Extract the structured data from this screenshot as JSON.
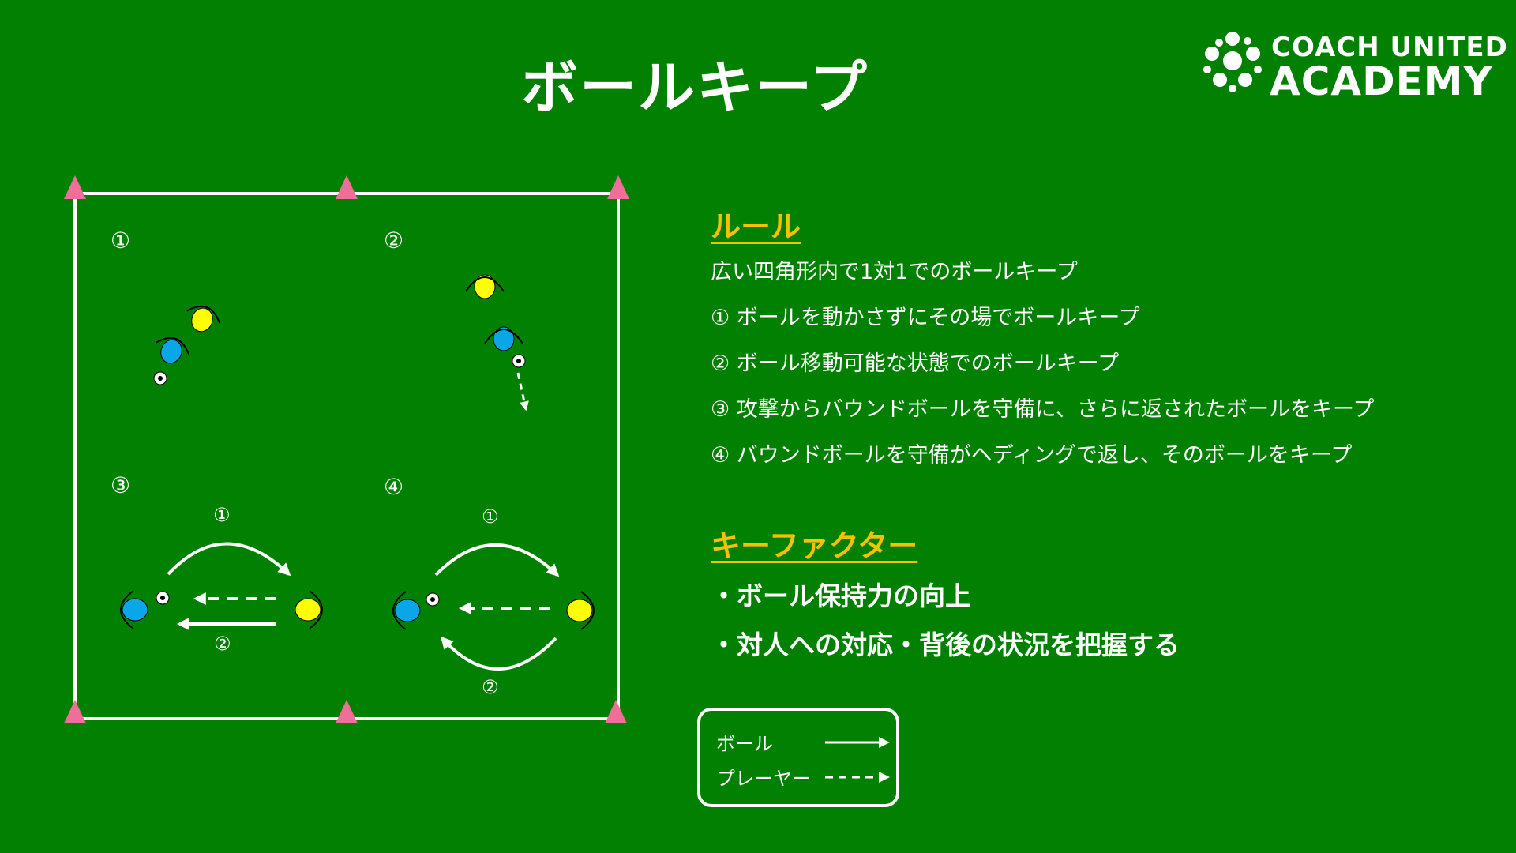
{
  "title": "ボールキープ",
  "logo": {
    "line1": "COACH UNITED",
    "line2": "ACADEMY",
    "icon": "soccer-ball-icon"
  },
  "diagram": {
    "quadrant_labels": [
      "①",
      "②",
      "③",
      "④"
    ],
    "arrow_labels": [
      "①",
      "②",
      "①",
      "②"
    ],
    "colors": {
      "field": "#018001",
      "cone": "#f06e9a",
      "player_blue": "#0aa7e8",
      "player_yellow": "#ffff00",
      "lines": "#ffffff"
    }
  },
  "rules": {
    "heading": "ルール",
    "lines": [
      "広い四角形内で1対1でのボールキープ",
      "① ボールを動かさずにその場でボールキープ",
      "② ボール移動可能な状態でのボールキープ",
      "③ 攻撃からバウンドボールを守備に、さらに返されたボールをキープ",
      "④ バウンドボールを守備がヘディングで返し、そのボールをキープ"
    ]
  },
  "key_factors": {
    "heading": "キーファクター",
    "lines": [
      "・ボール保持力の向上",
      "・対人への対応・背後の状況を把握する"
    ]
  },
  "legend": {
    "ball_label": "ボール",
    "player_label": "プレーヤー"
  }
}
